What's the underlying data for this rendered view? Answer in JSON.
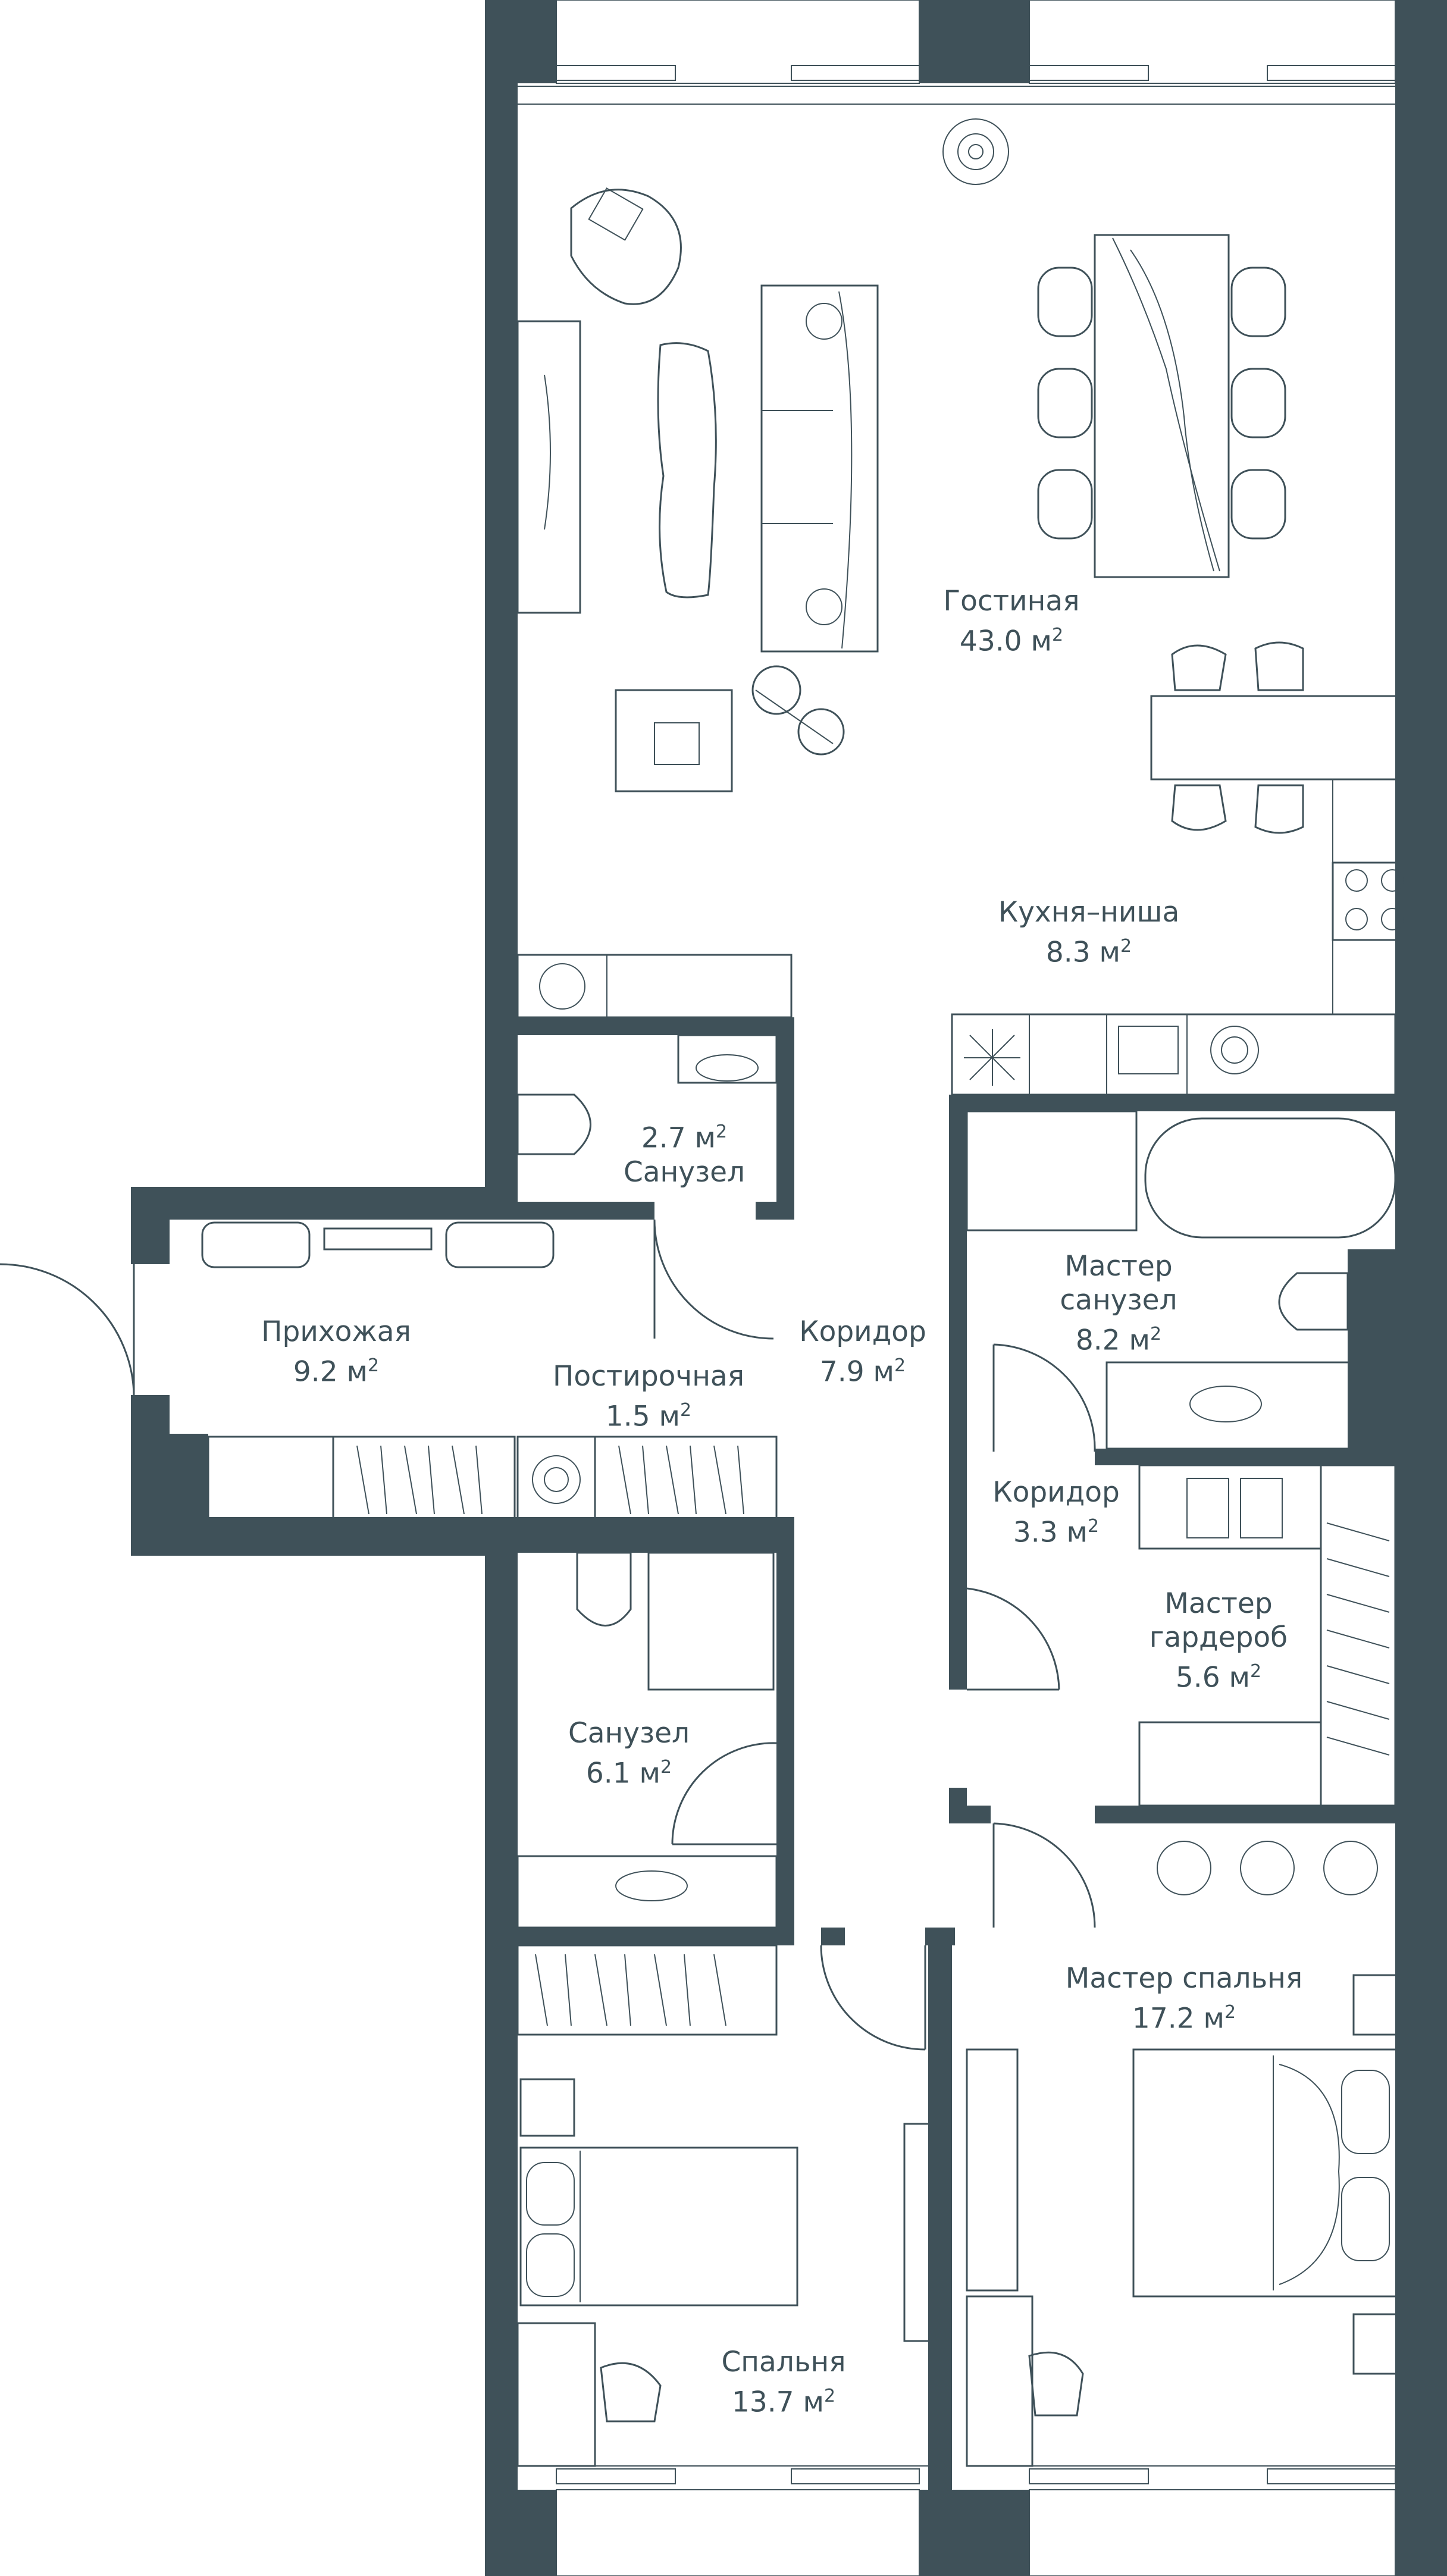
{
  "rooms": [
    {
      "id": "living",
      "name": "Гостиная",
      "area": "43.0 м",
      "name_first": true
    },
    {
      "id": "kitchen",
      "name": "Кухня–ниша",
      "area": "8.3 м",
      "name_first": true
    },
    {
      "id": "wc-small",
      "name": "Санузел",
      "area": "2.7 м",
      "name_first": false
    },
    {
      "id": "hall",
      "name": "Прихожая",
      "area": "9.2 м",
      "name_first": true
    },
    {
      "id": "laundry",
      "name": "Постирочная",
      "area": "1.5 м",
      "name_first": true
    },
    {
      "id": "corridor-1",
      "name": "Коридор",
      "area": "7.9 м",
      "name_first": true
    },
    {
      "id": "master-bath",
      "name": "Мастер санузел",
      "name_lines": [
        "Мастер",
        "санузел"
      ],
      "area": "8.2 м",
      "name_first": true
    },
    {
      "id": "corridor-2",
      "name": "Коридор",
      "area": "3.3 м",
      "name_first": true
    },
    {
      "id": "master-wardrobe",
      "name": "Мастер гардероб",
      "name_lines": [
        "Мастер",
        "гардероб"
      ],
      "area": "5.6 м",
      "name_first": true
    },
    {
      "id": "bath",
      "name": "Санузел",
      "area": "6.1 м",
      "name_first": true
    },
    {
      "id": "master-bedroom",
      "name": "Мастер спальня",
      "area": "17.2 м",
      "name_first": true
    },
    {
      "id": "bedroom",
      "name": "Спальня",
      "area": "13.7 м",
      "name_first": true
    }
  ],
  "unit_superscript": "2",
  "colors": {
    "wall": "#3f5159",
    "line": "#3f5159",
    "background": "#ffffff"
  }
}
